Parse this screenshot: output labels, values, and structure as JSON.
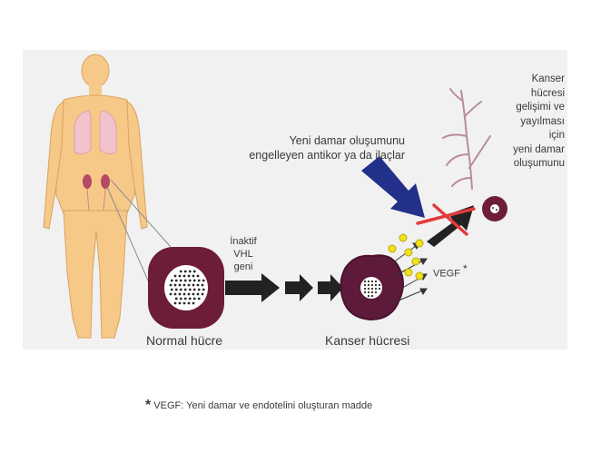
{
  "labels": {
    "inactive_vhl": [
      "İnaktif",
      "VHL",
      "geni"
    ],
    "normal_cell": "Normal hücre",
    "cancer_cell": "Kanser hücresi",
    "antibody_drugs": [
      "Yeni damar oluşumunu",
      "engelleyen antikor ya da ilaçlar"
    ],
    "vegf": "VEGF",
    "vegf_asterisk": "*",
    "vessel_text": [
      "Kanser",
      "hücresi",
      "gelişimi ve",
      "yayılması",
      "için",
      "yeni damar",
      "oluşumunu"
    ]
  },
  "footnote": {
    "star": "*",
    "text": "VEGF: Yeni damar ve endotelini oluşturan madde"
  },
  "colors": {
    "background_panel": "#f1f1f1",
    "body": "#f6c989",
    "body_outline": "#d9a25e",
    "lungs": "#f2c3cc",
    "kidneys": "#b54a63",
    "cell_dark": "#6d1c3a",
    "cell_nucleus": "#ffffff",
    "arrow_dark": "#222222",
    "arrow_blue": "#23308a",
    "cross_red": "#e23a3a",
    "vegf_dots": "#f2e21b",
    "vessel": "#b98b98"
  }
}
